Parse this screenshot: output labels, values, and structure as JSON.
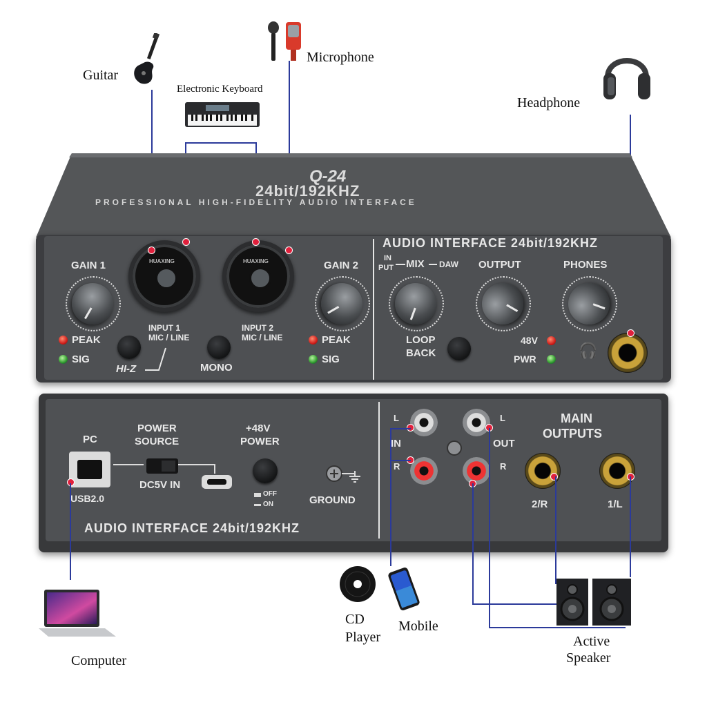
{
  "callouts": {
    "guitar": "Guitar",
    "microphone": "Microphone",
    "keyboard": "Electronic Keyboard",
    "headphone": "Headphone",
    "computer": "Computer",
    "cd_player_1": "CD",
    "cd_player_2": "Player",
    "mobile": "Mobile",
    "active_speaker_1": "Active",
    "active_speaker_2": "Speaker"
  },
  "front_panel": {
    "logo": "Q-24",
    "spec": "24bit/192KHZ",
    "tagline": "PROFESSIONAL HIGH-FIDELITY AUDIO INTERFACE",
    "section_title": "AUDIO INTERFACE 24bit/192KHZ",
    "gain1": "GAIN 1",
    "gain2": "GAIN 2",
    "peak1": "PEAK",
    "sig1": "SIG",
    "peak2": "PEAK",
    "sig2": "SIG",
    "input1_a": "INPUT 1",
    "input1_b": "MIC / LINE",
    "input2_a": "INPUT 2",
    "input2_b": "MIC / LINE",
    "hiz": "HI-Z",
    "mono": "MONO",
    "xlr_brand": "HUAXING",
    "mix_input_a": "IN",
    "mix_input_b": "PUT",
    "mix": "MIX",
    "daw": "DAW",
    "output": "OUTPUT",
    "phones": "PHONES",
    "loop_a": "LOOP",
    "loop_b": "BACK",
    "v48": "48V",
    "pwr": "PWR",
    "headphone_symbol": "🎧"
  },
  "back_panel": {
    "pc": "PC",
    "usb": "USB2.0",
    "power_source_a": "POWER",
    "power_source_b": "SOURCE",
    "dc5v": "DC5V IN",
    "p48_a": "+48V",
    "p48_b": "POWER",
    "off": "OFF",
    "on": "ON",
    "ground": "GROUND",
    "title": "AUDIO INTERFACE 24bit/192KHZ",
    "in_l": "L",
    "in_label": "IN",
    "in_r": "R",
    "out_l": "L",
    "out_label": "OUT",
    "out_r": "R",
    "main_a": "MAIN",
    "main_b": "OUTPUTS",
    "out2r": "2/R",
    "out1l": "1/L"
  },
  "colors": {
    "wire": "#2b3a9a",
    "connector_dot": "#e0203c",
    "panel": "#4d4f51",
    "chassis": "#3a3b3d"
  }
}
